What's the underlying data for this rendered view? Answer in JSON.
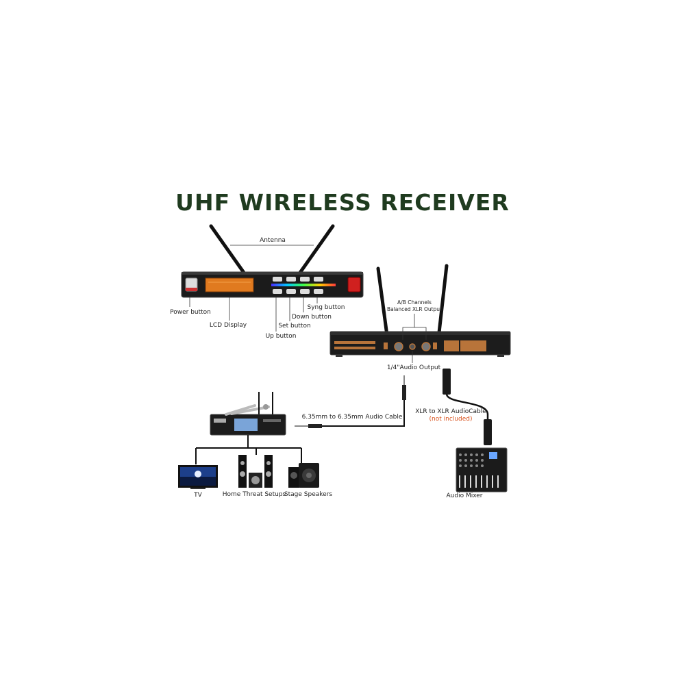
{
  "title": "UHF WIRELESS RECEIVER",
  "colors": {
    "title": "#1f3b1f",
    "device_body": "#1a1a1a",
    "lcd": "#e07a1f",
    "power_red": "#d0201f",
    "note_orange": "#d9531e",
    "rear_label": "#b8743a"
  },
  "front_panel": {
    "antenna_label": "Antenna",
    "power_button": "Power button",
    "lcd_display": "LCD Display",
    "up_button": "Up button",
    "set_button": "Set button",
    "down_button": "Down button",
    "sync_button": "Syng button"
  },
  "rear_panel": {
    "channels_line1": "A/B Channels",
    "channels_line2": "Balanced XLR Output",
    "quarter_output": "1/4\"Audio Output"
  },
  "connections": {
    "audio_cable": "6.35mm to 6.35mm Audio Cable",
    "xlr_cable": "XLR to XLR AudioCable",
    "xlr_note": "(not included)"
  },
  "devices": {
    "tv": "TV",
    "home_theater": "Home Threat Setups",
    "stage_speakers": "Stage Speakers",
    "audio_mixer": "Audio Mixer"
  }
}
